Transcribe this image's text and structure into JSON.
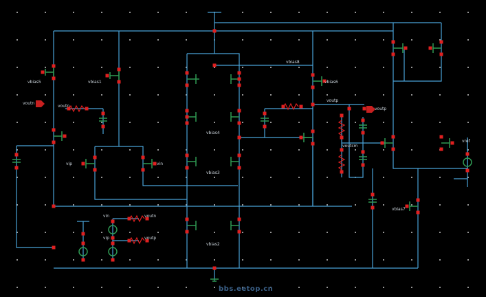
{
  "colors": {
    "background": "#000000",
    "wire": "#4aa3d8",
    "pin": "#e02020",
    "device": "#2f9a53",
    "label": "#cfd8e0",
    "port_fill": "#c82020",
    "grid_dot": "#c8c8c8",
    "watermark": "#3a5f86"
  },
  "labels": {
    "vbias5": "vbias5",
    "vbias1": "vbias1",
    "vbias6": "vbias6",
    "vbias8": "vbias8",
    "vbias4": "vbias4",
    "vbias3": "vbias3",
    "vbias2": "vbias2",
    "vbias7": "vbias7",
    "voutn_port": "voutn",
    "voutn_net": "voutn",
    "voutp_port": "voutp",
    "voutp_net": "voutp",
    "voutcm": "voutcm",
    "vip": "vip",
    "vin": "vin",
    "vref": "vref",
    "src_vin": "vin",
    "src_vip": "vip",
    "res_voutn": "voutn",
    "res_voutp": "voutp"
  },
  "watermark": "bbs.eetop.cn"
}
